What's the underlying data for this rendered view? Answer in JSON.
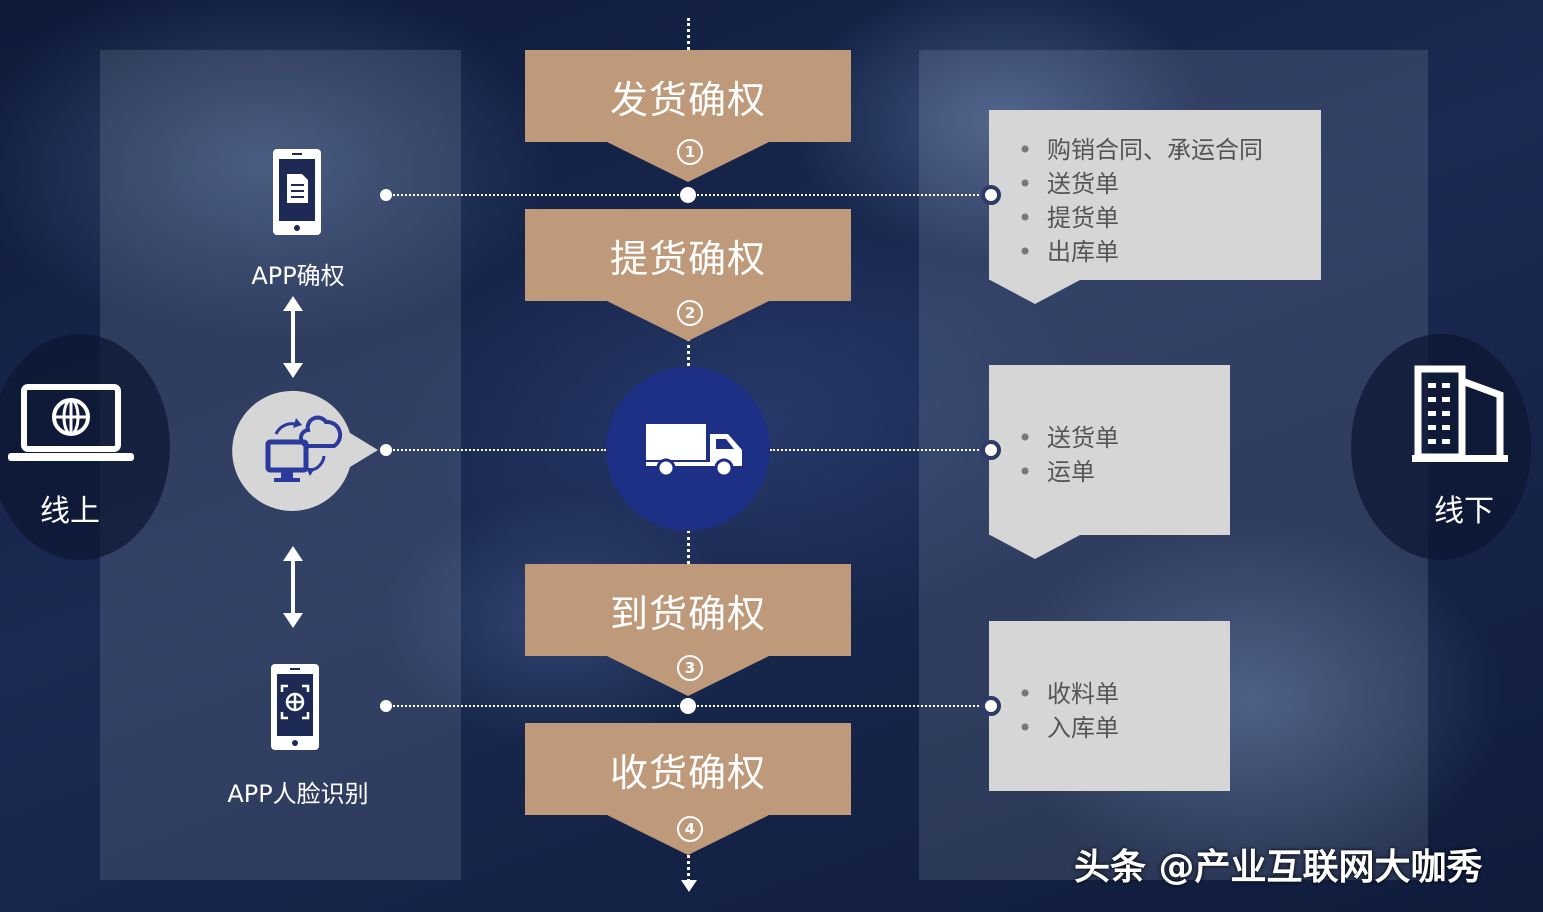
{
  "left_label": "线上",
  "right_label": "线下",
  "steps": [
    {
      "label": "发货确权",
      "num": "1"
    },
    {
      "label": "提货确权",
      "num": "2"
    },
    {
      "label": "到货确权",
      "num": "3"
    },
    {
      "label": "收货确权",
      "num": "4"
    }
  ],
  "icons": {
    "app_confirm": "APP确权",
    "app_face": "APP人脸识别"
  },
  "docs": [
    {
      "items": [
        "购销合同、承运合同",
        "送货单",
        "提货单",
        "出库单"
      ]
    },
    {
      "items": [
        "送货单",
        "运单"
      ]
    },
    {
      "items": [
        "收料单",
        "入库单"
      ]
    }
  ],
  "watermark": "头条 @产业互联网大咖秀",
  "colors": {
    "step_fill": "#bf9a7a",
    "truck_circle": "#1e2f86",
    "doc_box": "#d6d6d6",
    "icon_blue": "#2b3a9c"
  }
}
